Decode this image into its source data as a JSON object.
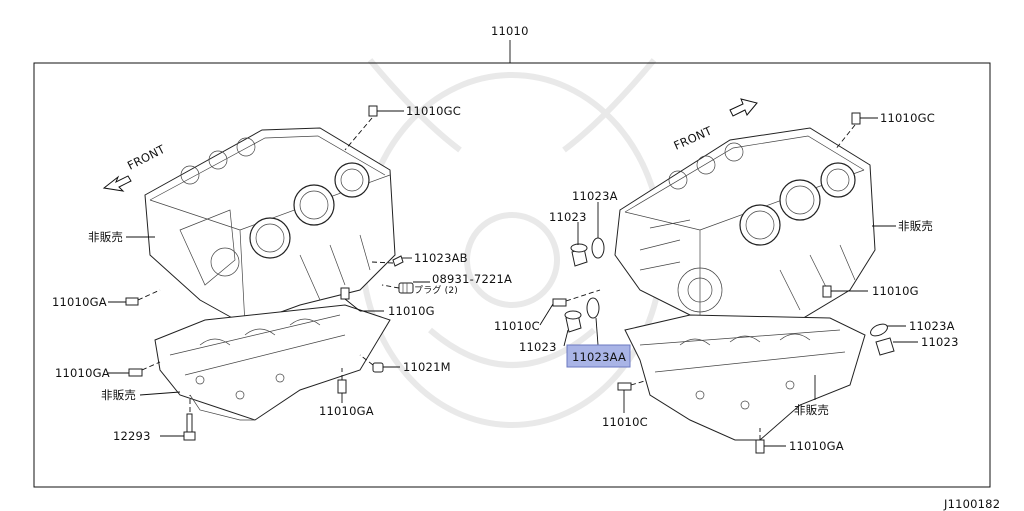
{
  "diagram_id": "J1100182",
  "main_assembly": "11010",
  "front_left": "FRONT",
  "front_right": "FRONT",
  "callouts_left": {
    "gc": "11010GC",
    "not_sold_1": "非販売",
    "ab": "11023AB",
    "plug_no": "08931-7221A",
    "plug_desc": "プラグ (2)",
    "ga_1": "11010GA",
    "g": "11010G",
    "ga_2": "11010GA",
    "not_sold_2": "非販売",
    "m": "11021M",
    "ga_3": "11010GA",
    "bolt": "12293"
  },
  "callouts_mid": {
    "a_top": "11023A",
    "p_top": "11023",
    "c_top": "11010C",
    "p_bottom": "11023",
    "aa": "11023AA",
    "c_bottom": "11010C"
  },
  "callouts_right": {
    "gc": "11010GC",
    "not_sold_1": "非販売",
    "g": "11010G",
    "a": "11023A",
    "p": "11023",
    "not_sold_2": "非販売",
    "ga": "11010GA"
  },
  "colors": {
    "highlight": "#a9b4e6",
    "line": "#111111",
    "watermark": "#e9e9e9"
  }
}
